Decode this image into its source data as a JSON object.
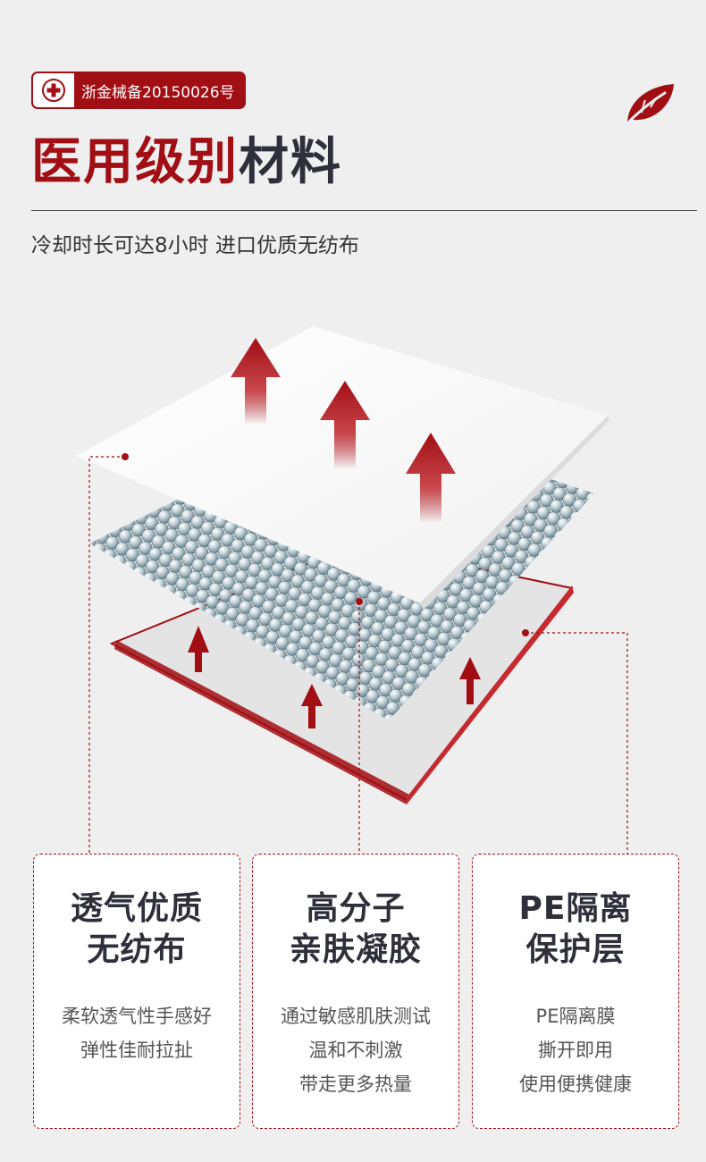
{
  "badge": {
    "icon": "medical-cross-icon",
    "text": "浙金械备20150026号"
  },
  "header": {
    "title_red": "医用级别",
    "title_dark": "材料",
    "subtitle": "冷却时长可达8小时 进口优质无纺布",
    "leaf_icon": "leaf-icon"
  },
  "colors": {
    "accent": "#a10e14",
    "dark_text": "#2e2f3b",
    "background": "#efefef"
  },
  "cards": [
    {
      "title_lines": [
        "透气优质",
        "无纺布"
      ],
      "desc_lines": [
        "柔软透气性手感好",
        "弹性佳耐拉扯"
      ]
    },
    {
      "title_lines": [
        "高分子",
        "亲肤凝胶"
      ],
      "desc_lines": [
        "通过敏感肌肤测试",
        "温和不刺激",
        "带走更多热量"
      ]
    },
    {
      "title_lines": [
        "PE隔离",
        "保护层"
      ],
      "desc_lines": [
        "PE隔离膜",
        "撕开即用",
        "使用便携健康"
      ]
    }
  ]
}
